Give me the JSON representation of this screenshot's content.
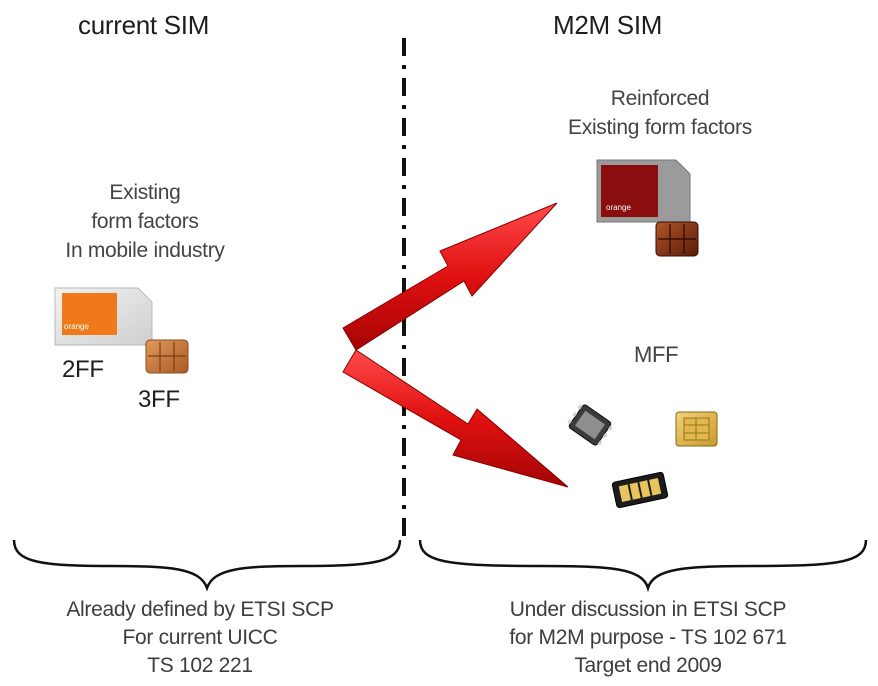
{
  "left": {
    "title": "current SIM",
    "desc": [
      "Existing",
      "form factors",
      "In mobile industry"
    ],
    "label_2ff": "2FF",
    "label_3ff": "3FF",
    "sim_brand": "orange",
    "footer": [
      "Already defined by ETSI SCP",
      "For current UICC",
      "TS 102 221"
    ]
  },
  "right": {
    "title": "M2M SIM",
    "desc": [
      "Reinforced",
      "Existing form factors"
    ],
    "sim_brand": "orange",
    "mff_label": "MFF",
    "footer": [
      "Under discussion in ETSI SCP",
      "for M2M purpose - TS 102 671",
      "Target end 2009"
    ]
  },
  "colors": {
    "arrow": "#e01010",
    "orange": "#f07a1a",
    "dark_red": "#8a0e0e",
    "chip": "#c7773a"
  }
}
